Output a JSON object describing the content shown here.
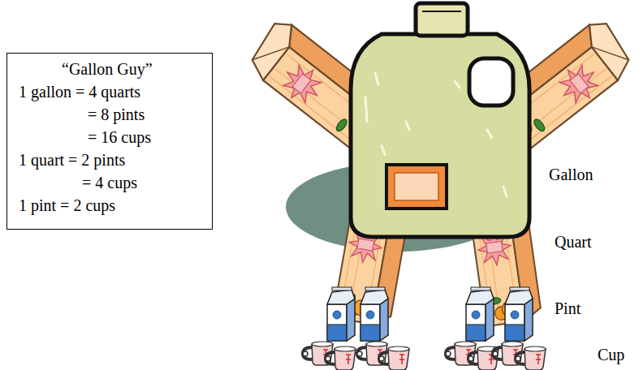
{
  "diagram": {
    "nodes": [
      {
        "text": [
          "“Gallon Guy”",
          "1 gallon = 4 quarts",
          "= 8 pints",
          "= 16 cups",
          "1 quart = 2 pints",
          "= 4 cups",
          "1 pint = 2 cups"
        ]
      }
    ],
    "labels": [
      "Gallon",
      "Quart",
      "Pint",
      "Cup"
    ]
  }
}
